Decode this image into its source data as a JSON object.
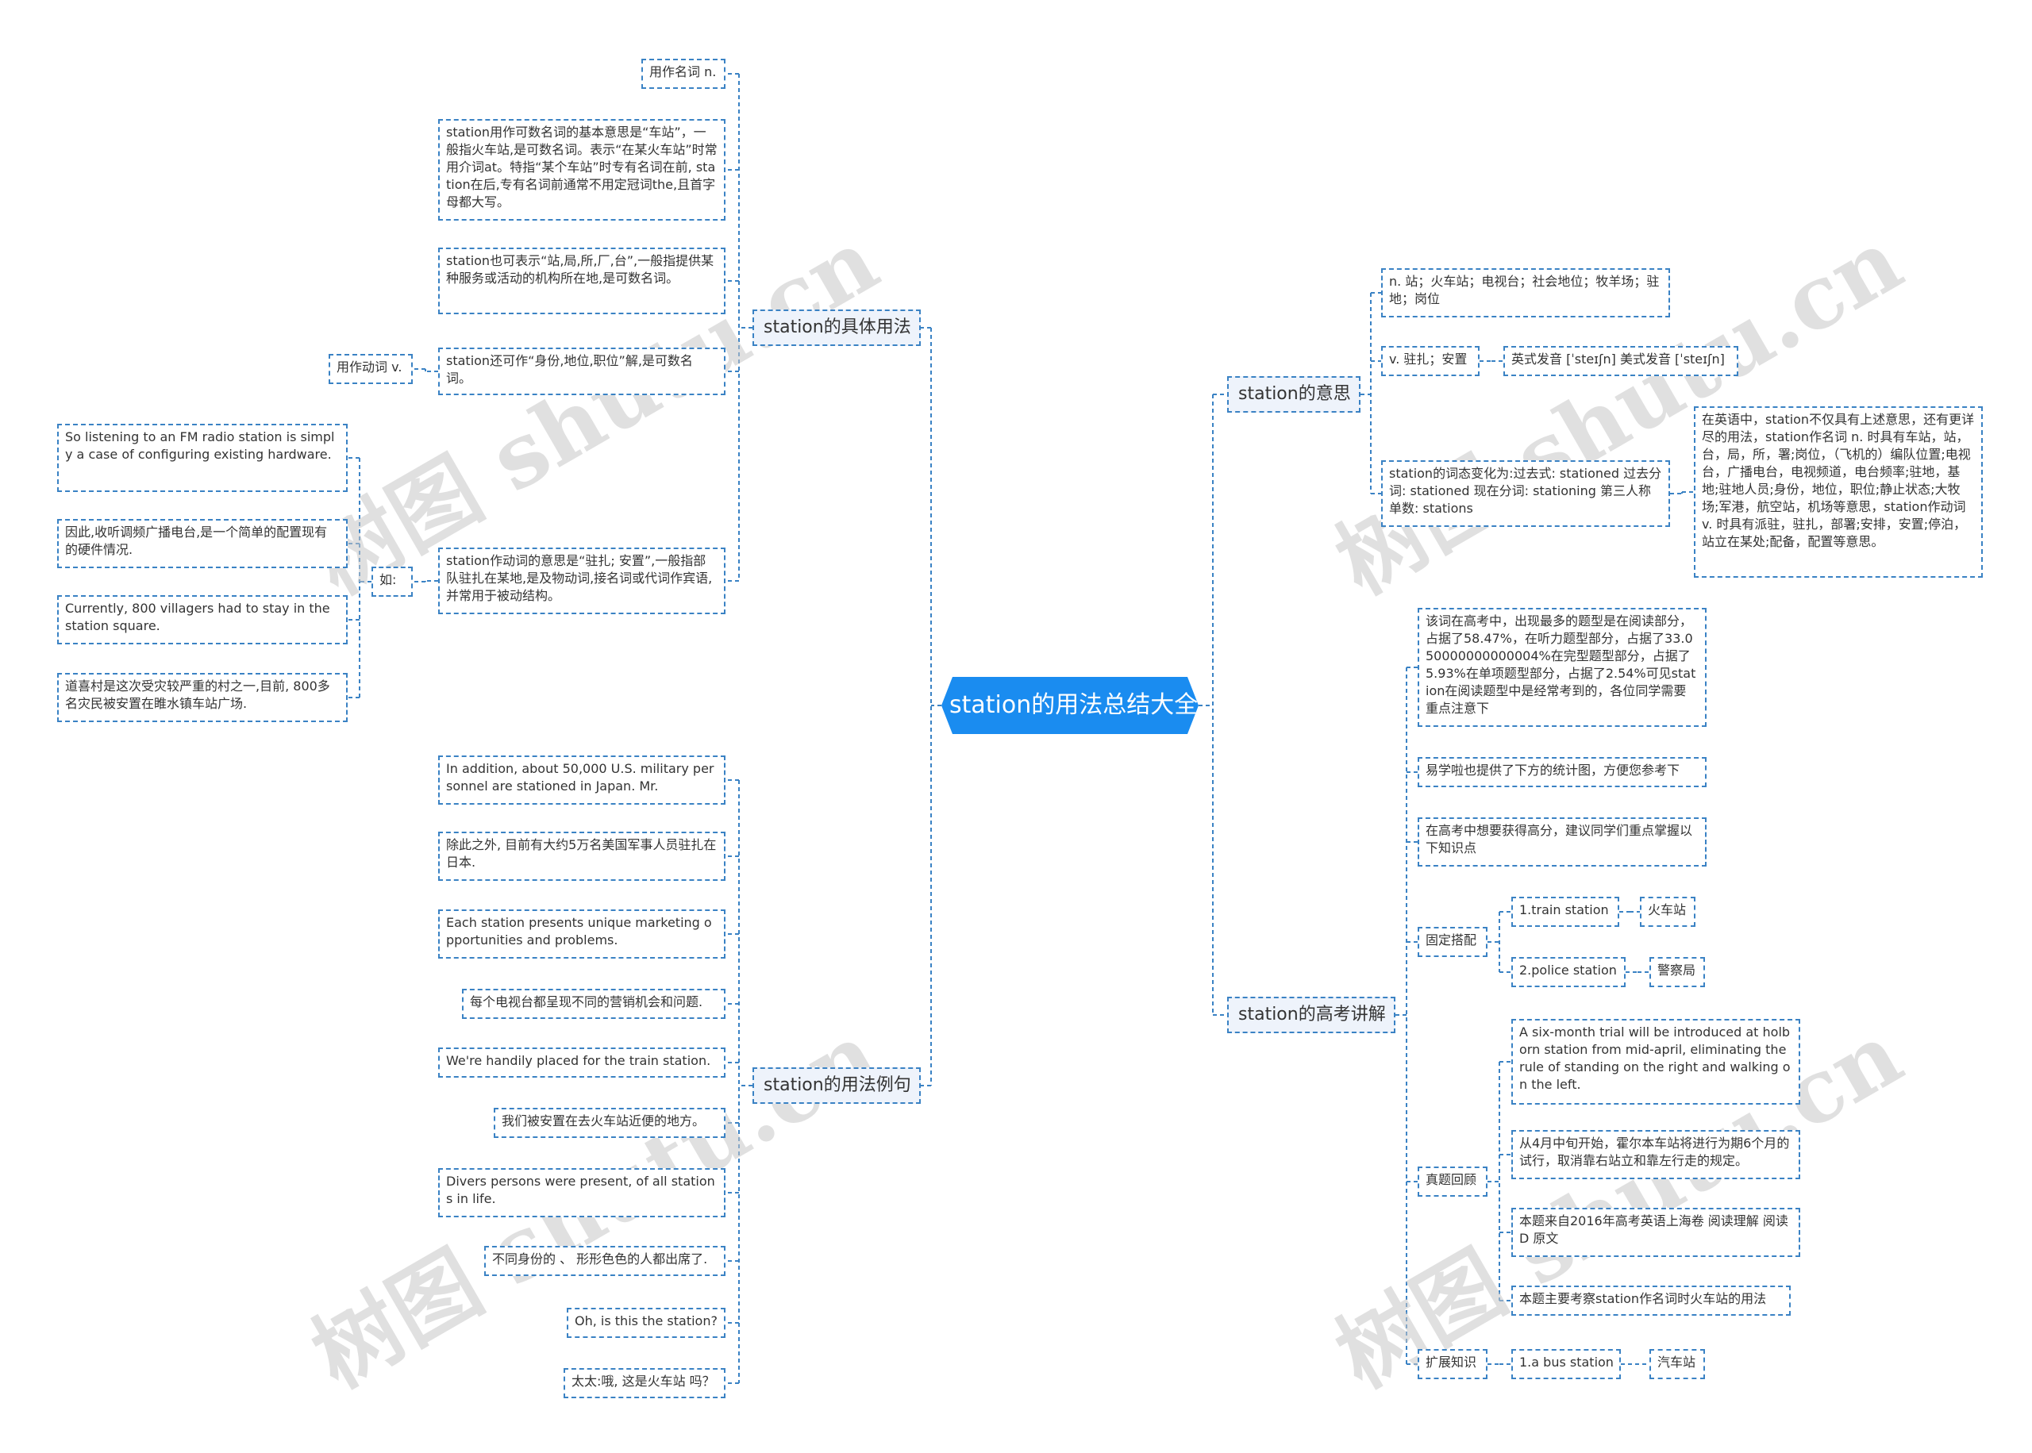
{
  "root": {
    "title": "station的用法总结大全"
  },
  "branches": {
    "usage": "station的具体用法",
    "examples": "station的用法例句",
    "meaning": "station的意思",
    "exam": "station的高考讲解"
  },
  "usage": {
    "noun_label": "用作名词 n.",
    "noun_text1": "station用作可数名词的基本意思是“车站”，一般指火车站,是可数名词。表示“在某火车站”时常用介词at。特指“某个车站”时专有名词在前, station在后,专有名词前通常不用定冠词the,且首字母都大写。",
    "noun_text2": "station也可表示“站,局,所,厂,台”,一般指提供某种服务或活动的机构所在地,是可数名词。",
    "noun_text3": "station还可作“身份,地位,职位”解,是可数名词。",
    "verb_label": "用作动词 v.",
    "verb_text": "station作动词的意思是“驻扎; 安置”,一般指部队驻扎在某地,是及物动词,接名词或代词作宾语,并常用于被动结构。",
    "ru_label": "如:",
    "ex1_en": "So listening to an FM radio station is simply a case of configuring existing hardware.",
    "ex1_zh": "因此,收听调频广播电台,是一个简单的配置现有的硬件情况.",
    "ex2_en": "Currently, 800 villagers had to stay in the station square.",
    "ex2_zh": "道喜村是这次受灾较严重的村之一,目前, 800多名灾民被安置在睢水镇车站广场."
  },
  "examples": {
    "items": [
      "In addition, about 50,000 U.S. military personnel are stationed in Japan. Mr.",
      "除此之外, 目前有大约5万名美国军事人员驻扎在日本.",
      "Each station presents unique marketing opportunities and problems.",
      "每个电视台都呈现不同的营销机会和问题.",
      "We're handily placed for the train station.",
      "我们被安置在去火车站近便的地方。",
      "Divers persons were present, of all stations in life.",
      "不同身份的 、 形形色色的人都出席了.",
      "Oh, is this the station?",
      "太太:哦, 这是火车站 吗？"
    ]
  },
  "meaning": {
    "noun": "n. 站；火车站；电视台；社会地位；牧羊场；驻地；岗位",
    "verb": "v. 驻扎；安置",
    "pron": "英式发音 [ˈsteɪʃn] 美式发音 [ˈsteɪʃn]",
    "forms": "station的词态变化为:过去式: stationed 过去分词: stationed 现在分词: stationing 第三人称单数: stations",
    "detail": "在英语中，station不仅具有上述意思，还有更详尽的用法，station作名词 n. 时具有车站，站，台，局，所，署;岗位，（飞机的）编队位置;电视台，广播电台，电视频道，电台频率;驻地，基地;驻地人员;身份，地位，职位;静止状态;大牧场;军港，航空站，机场等意思，station作动词 v. 时具有派驻，驻扎，部署;安排，安置;停泊，站立在某处;配备，配置等意思。"
  },
  "exam": {
    "intro": "该词在高考中，出现最多的题型是在阅读部分，占据了58.47%，在听力题型部分，占据了33.050000000000004%在完型题型部分，占据了5.93%在单项题型部分，占据了2.54%可见station在阅读题型中是经常考到的，各位同学需要重点注意下",
    "stats": "易学啦也提供了下方的统计图，方便您参考下",
    "advice": "在高考中想要获得高分，建议同学们重点掌握以下知识点",
    "fixed_label": "固定搭配",
    "fixed1": "1.train station",
    "fixed1_zh": "火车站",
    "fixed2": "2.police station",
    "fixed2_zh": "警察局",
    "review_label": "真题回顾",
    "review_en": "A six-month trial will be introduced at holborn station from mid-april, eliminating the rule of standing on the right and walking on the left.",
    "review_zh": "从4月中旬开始，霍尔本车站将进行为期6个月的试行，取消靠右站立和靠左行走的规定。",
    "review_src": "本题来自2016年高考英语上海卷 阅读理解 阅读D 原文",
    "review_focus": "本题主要考察station作名词时火车站的用法",
    "ext_label": "扩展知识",
    "ext1": "1.a bus station",
    "ext1_zh": "汽车站"
  },
  "watermark": "树图 shutu.cn",
  "colors": {
    "root": "#1a8cf0",
    "line": "#3a82c4",
    "branch_bg": "#eef3fb"
  }
}
